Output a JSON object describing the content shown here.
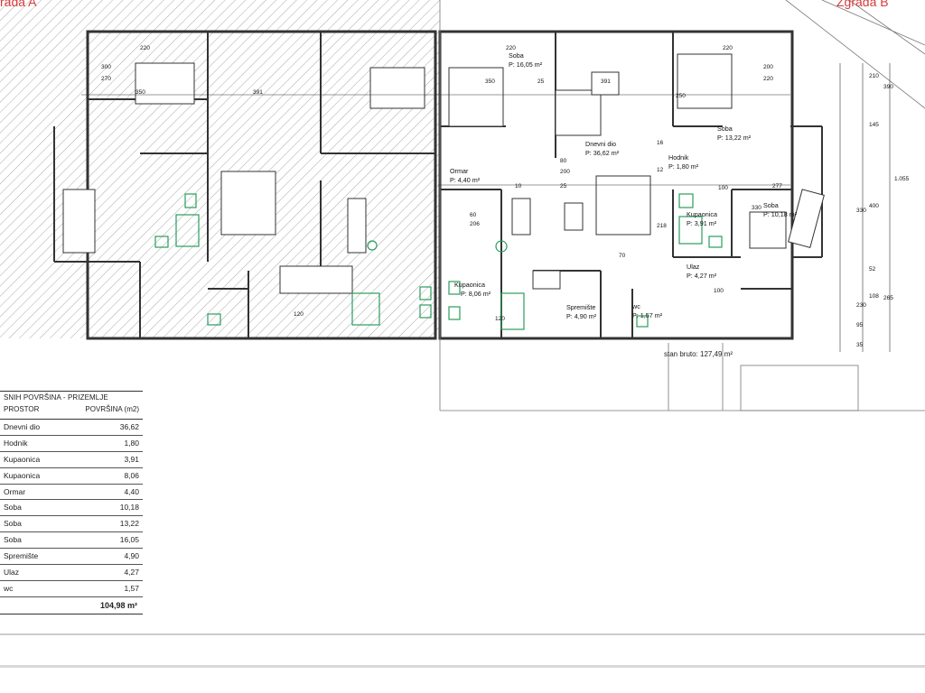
{
  "zones": {
    "a": "rada A",
    "b": "Zgrada B"
  },
  "gross_area_label": "stan bruto: 127,49 m²",
  "rooms_b": [
    {
      "id": "soba1",
      "name": "Soba",
      "area": "P: 16,05 m²"
    },
    {
      "id": "dnevni",
      "name": "Dnevni dio",
      "area": "P: 36,62 m²"
    },
    {
      "id": "hodnik",
      "name": "Hodnik",
      "area": "P: 1,80 m²"
    },
    {
      "id": "soba2",
      "name": "Soba",
      "area": "P: 13,22 m²"
    },
    {
      "id": "soba3",
      "name": "Soba",
      "area": "P: 10,18 m²"
    },
    {
      "id": "ormar",
      "name": "Ormar",
      "area": "P: 4,40 m²"
    },
    {
      "id": "kup1",
      "name": "Kupaonica",
      "area": "P: 3,91 m²"
    },
    {
      "id": "kup2",
      "name": "Kupaonica",
      "area": "P: 8,06 m²"
    },
    {
      "id": "sprem",
      "name": "Spremište",
      "area": "P: 4,90 m²"
    },
    {
      "id": "wc",
      "name": "wc",
      "area": "P: 1,57 m²"
    },
    {
      "id": "ulaz",
      "name": "Ulaz",
      "area": "P: 4,27 m²"
    }
  ],
  "dimensions": [
    "350",
    "391",
    "391",
    "350",
    "220",
    "220",
    "220",
    "25",
    "300",
    "270",
    "200",
    "220",
    "210",
    "390",
    "145",
    "400",
    "1.055",
    "330",
    "230",
    "95",
    "108",
    "265",
    "52",
    "35",
    "80",
    "200",
    "60",
    "206",
    "120",
    "100",
    "277",
    "330",
    "10",
    "250",
    "16",
    "12",
    "218",
    "70",
    "100",
    "120",
    "25"
  ],
  "area_table": {
    "title": "SNIH POVRŠINA - PRIZEMLJE",
    "col_room": "PROSTOR",
    "col_area": "POVRŠINA (m2)",
    "rows": [
      {
        "name": "Dnevni dio",
        "area": "36,62"
      },
      {
        "name": "Hodnik",
        "area": "1,80"
      },
      {
        "name": "Kupaonica",
        "area": "3,91"
      },
      {
        "name": "Kupaonica",
        "area": "8,06"
      },
      {
        "name": "Ormar",
        "area": "4,40"
      },
      {
        "name": "Soba",
        "area": "10,18"
      },
      {
        "name": "Soba",
        "area": "13,22"
      },
      {
        "name": "Soba",
        "area": "16,05"
      },
      {
        "name": "Spremište",
        "area": "4,90"
      },
      {
        "name": "Ulaz",
        "area": "4,27"
      },
      {
        "name": "wc",
        "area": "1,57"
      }
    ],
    "total": "104,98 m²"
  },
  "colors": {
    "wall": "#333333",
    "hatch": "#9a9a9a",
    "zone_label": "#d63b3b",
    "sanitary": "#2a9d5c"
  }
}
